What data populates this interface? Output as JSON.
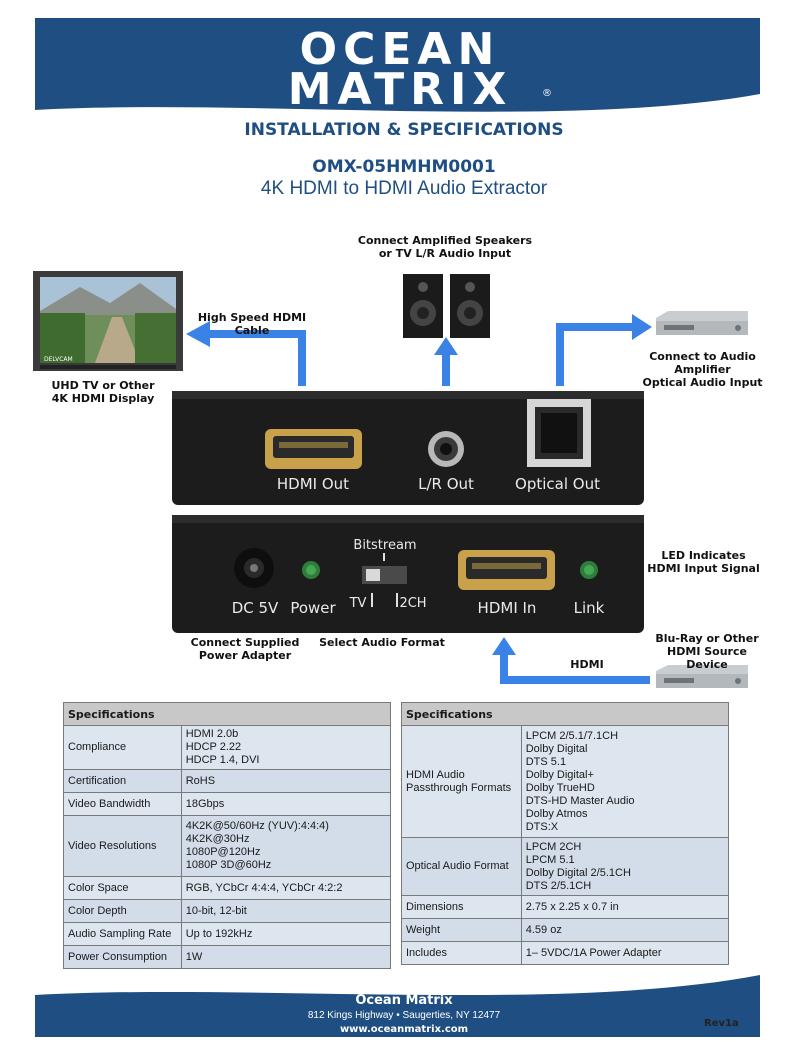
{
  "brand": {
    "logo_line1": "OCEAN",
    "logo_line2": "MATRIX",
    "registered": "®",
    "color_primary": "#1f4f82",
    "color_arrow": "#3b82e6"
  },
  "title": {
    "main": "INSTALLATION & SPECIFICATIONS",
    "model": "OMX-05HMHM0001",
    "subtitle": "4K HDMI to HDMI Audio Extractor"
  },
  "diagram": {
    "speakers_label": [
      "Connect Amplified Speakers",
      "or TV L/R Audio Input"
    ],
    "hdmi_cable_label": "High Speed HDMI Cable",
    "tv_label": [
      "UHD TV or Other",
      "4K HDMI Display"
    ],
    "amp_label": [
      "Connect to Audio Amplifier",
      "Optical Audio Input"
    ],
    "led_label": [
      "LED Indicates",
      "HDMI Input Signal"
    ],
    "power_adapter_label": [
      "Connect Supplied",
      "Power Adapter"
    ],
    "audio_format_label": "Select Audio Format",
    "source_label": [
      "Blu-Ray or Other",
      "HDMI Source Device"
    ],
    "hdmi_label": "HDMI",
    "tv_brand": "DELVCAM",
    "front_panel": {
      "hdmi_out": "HDMI Out",
      "lr_out": "L/R Out",
      "optical_out": "Optical Out"
    },
    "rear_panel": {
      "dc": "DC 5V",
      "power": "Power",
      "bitstream": "Bitstream",
      "tv": "TV",
      "two_ch": "2CH",
      "hdmi_in": "HDMI In",
      "link": "Link"
    }
  },
  "specs_left": {
    "header": "Specifications",
    "rows": [
      {
        "label": "Compliance",
        "value": [
          "HDMI 2.0b",
          "HDCP 2.22",
          "HDCP 1.4, DVI"
        ]
      },
      {
        "label": "Certification",
        "value": [
          "RoHS"
        ]
      },
      {
        "label": "Video Bandwidth",
        "value": [
          "18Gbps"
        ]
      },
      {
        "label": "Video Resolutions",
        "value": [
          "4K2K@50/60Hz (YUV):4:4:4)",
          "4K2K@30Hz",
          "1080P@120Hz",
          "1080P 3D@60Hz"
        ]
      },
      {
        "label": "Color Space",
        "value": [
          "RGB, YCbCr 4:4:4, YCbCr 4:2:2"
        ]
      },
      {
        "label": "Color Depth",
        "value": [
          "10-bit, 12-bit"
        ]
      },
      {
        "label": "Audio Sampling Rate",
        "value": [
          "Up to 192kHz"
        ]
      },
      {
        "label": "Power Consumption",
        "value": [
          "1W"
        ]
      }
    ]
  },
  "specs_right": {
    "header": "Specifications",
    "rows": [
      {
        "label": [
          "HDMI Audio",
          "Passthrough Formats"
        ],
        "value": [
          "LPCM 2/5.1/7.1CH",
          "Dolby Digital",
          "DTS 5.1",
          "Dolby Digital+",
          "Dolby TrueHD",
          "DTS-HD Master Audio",
          "Dolby Atmos",
          "DTS:X"
        ]
      },
      {
        "label": [
          "Optical Audio Format"
        ],
        "value": [
          "LPCM 2CH",
          "LPCM 5.1",
          "Dolby Digital 2/5.1CH",
          "DTS 2/5.1CH"
        ]
      },
      {
        "label": [
          "Dimensions"
        ],
        "value": [
          "2.75 x 2.25 x 0.7 in"
        ]
      },
      {
        "label": [
          "Weight"
        ],
        "value": [
          "4.59 oz"
        ]
      },
      {
        "label": [
          "Includes"
        ],
        "value": [
          "1– 5VDC/1A Power Adapter"
        ]
      }
    ]
  },
  "footer": {
    "name": "Ocean Matrix",
    "address": "812 Kings Highway • Saugerties, NY 12477",
    "website": "www.oceanmatrix.com",
    "revision": "Rev1a"
  }
}
